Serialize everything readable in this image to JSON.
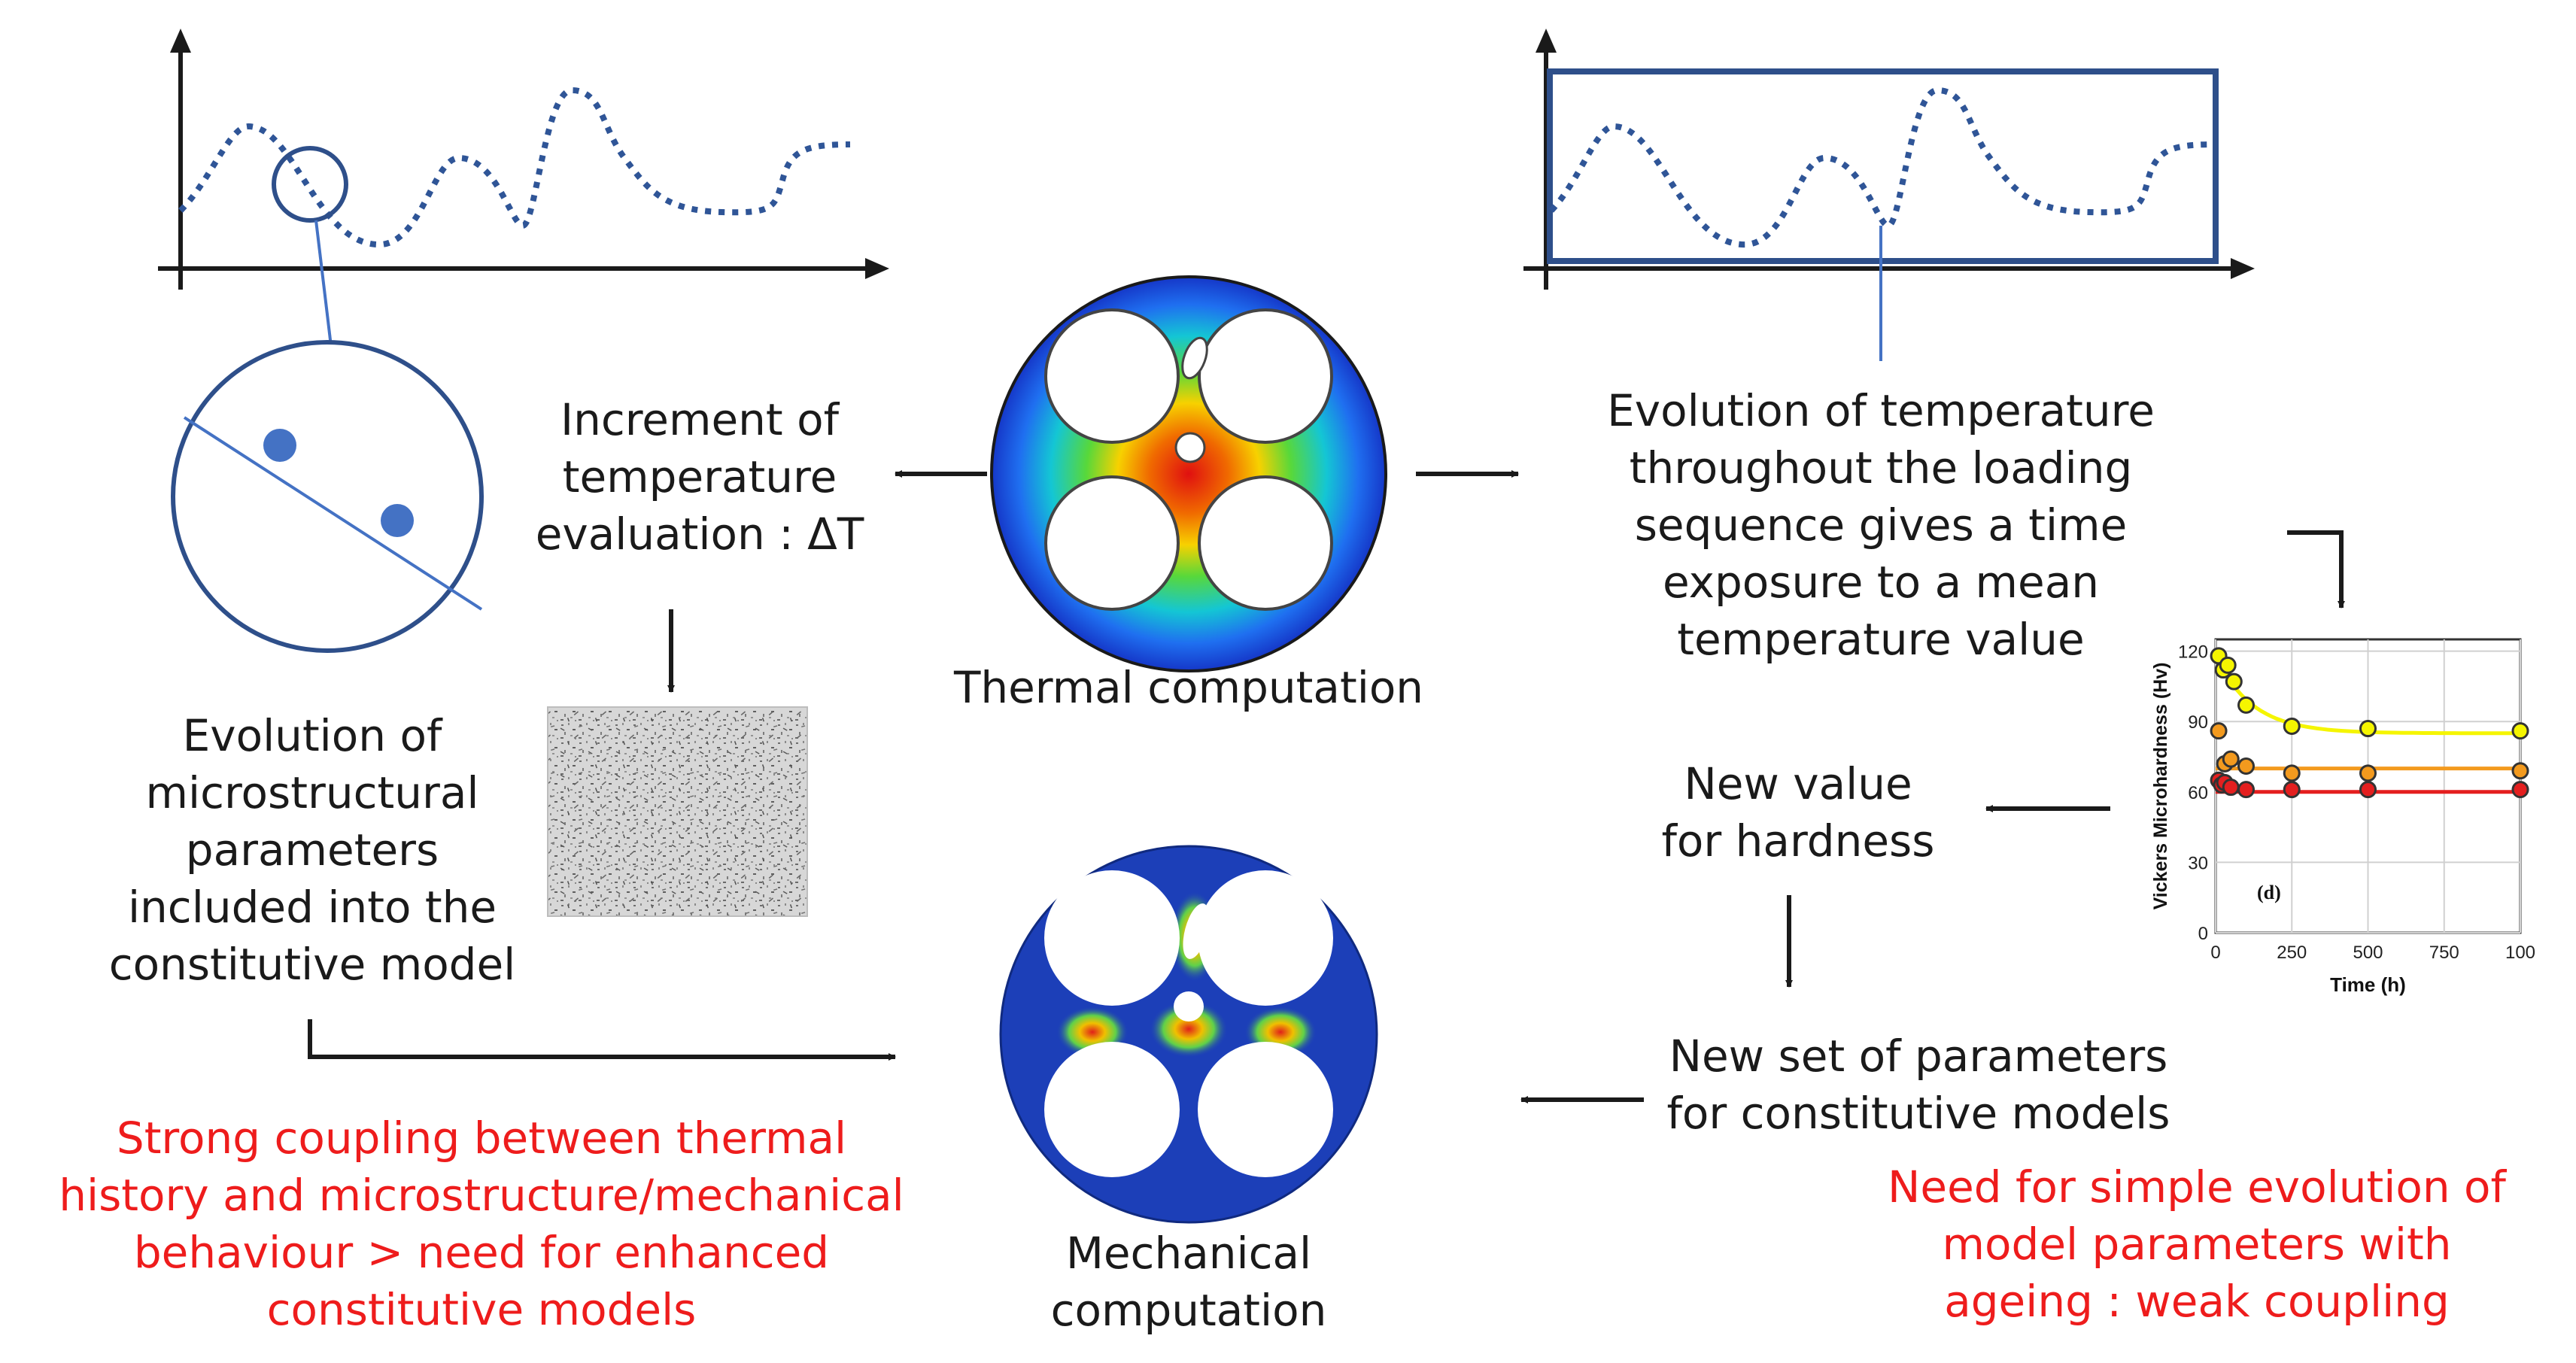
{
  "labels": {
    "increment": [
      "Increment of",
      "temperature",
      "evaluation : ΔT"
    ],
    "thermal": "Thermal computation",
    "mechanical": [
      "Mechanical",
      "computation"
    ],
    "evolution_micro": [
      "Evolution of",
      "microstructural",
      "parameters",
      "included into the",
      "constitutive model"
    ],
    "evolution_temp": [
      "Evolution of temperature",
      "throughout the loading",
      "sequence gives a time",
      "exposure to a mean",
      "temperature value"
    ],
    "new_hardness": [
      "New value",
      "for hardness"
    ],
    "new_params": [
      "New set of parameters",
      "for constitutive models"
    ],
    "strong_coupling": [
      "Strong coupling between thermal",
      "history and microstructure/mechanical",
      "behaviour > need for enhanced",
      "constitutive models"
    ],
    "weak_coupling": [
      "Need for simple evolution of",
      "model parameters with",
      "ageing : weak coupling"
    ]
  },
  "colors": {
    "curve": "#2f5597",
    "frame": "#2e4f8a",
    "dot": "#4472c4",
    "highlight_red": "#ee1c1c",
    "text": "#1a1a1a"
  },
  "chart_data": {
    "type": "scatter",
    "panel_label": "(d)",
    "xlabel": "Time (h)",
    "ylabel": "Vickers Microhardness (Hv)",
    "xticks": [
      "0",
      "250",
      "500",
      "750",
      "100"
    ],
    "yticks": [
      "0",
      "30",
      "60",
      "90",
      "120"
    ],
    "xlim": [
      0,
      1000
    ],
    "ylim": [
      0,
      125
    ],
    "series": [
      {
        "color": "#f5f500",
        "fit_level": 85,
        "fit_start": 118,
        "points": [
          [
            10,
            118
          ],
          [
            25,
            112
          ],
          [
            40,
            114
          ],
          [
            60,
            107
          ],
          [
            100,
            97
          ],
          [
            250,
            88
          ],
          [
            500,
            87
          ],
          [
            1000,
            86
          ]
        ]
      },
      {
        "color": "#f39a1e",
        "fit_level": 70,
        "fit_start": 70,
        "points": [
          [
            10,
            86
          ],
          [
            30,
            72
          ],
          [
            50,
            74
          ],
          [
            100,
            71
          ],
          [
            250,
            68
          ],
          [
            500,
            68
          ],
          [
            1000,
            69
          ]
        ]
      },
      {
        "color": "#e41f1f",
        "fit_level": 60,
        "fit_start": 60,
        "points": [
          [
            10,
            65
          ],
          [
            20,
            63
          ],
          [
            30,
            64
          ],
          [
            50,
            62
          ],
          [
            100,
            61
          ],
          [
            250,
            61
          ],
          [
            500,
            61
          ],
          [
            1000,
            61
          ]
        ]
      }
    ]
  }
}
